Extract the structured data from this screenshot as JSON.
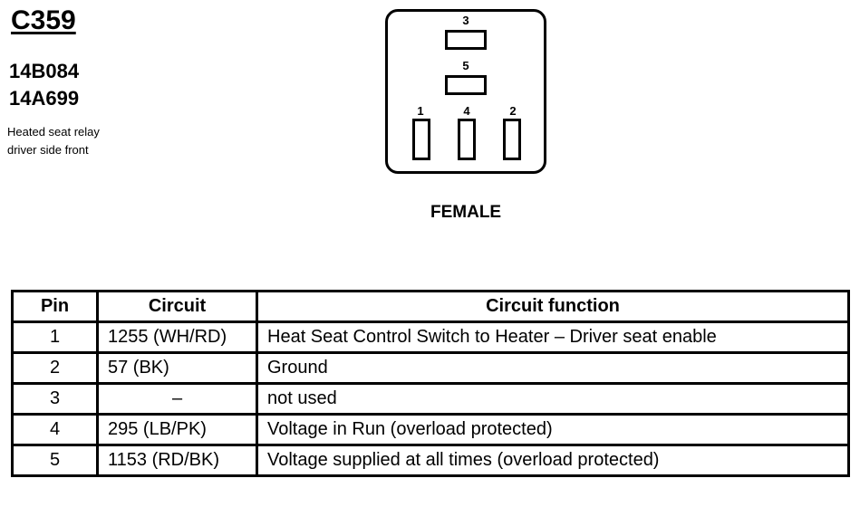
{
  "connector": {
    "id": "C359",
    "parts": [
      "14B084",
      "14A699"
    ],
    "description": [
      "Heated seat relay",
      "driver side front"
    ],
    "gender": "FEMALE",
    "pin_labels": [
      "3",
      "5",
      "1",
      "4",
      "2"
    ]
  },
  "table": {
    "headers": [
      "Pin",
      "Circuit",
      "Circuit function"
    ],
    "rows": [
      {
        "pin": "1",
        "circuit": "1255 (WH/RD)",
        "function": "Heat Seat Control Switch to Heater – Driver seat enable"
      },
      {
        "pin": "2",
        "circuit": "57 (BK)",
        "function": "Ground"
      },
      {
        "pin": "3",
        "circuit": "–",
        "function": "not used"
      },
      {
        "pin": "4",
        "circuit": "295 (LB/PK)",
        "function": "Voltage in Run (overload protected)"
      },
      {
        "pin": "5",
        "circuit": "1153 (RD/BK)",
        "function": "Voltage supplied at all times (overload protected)"
      }
    ]
  }
}
